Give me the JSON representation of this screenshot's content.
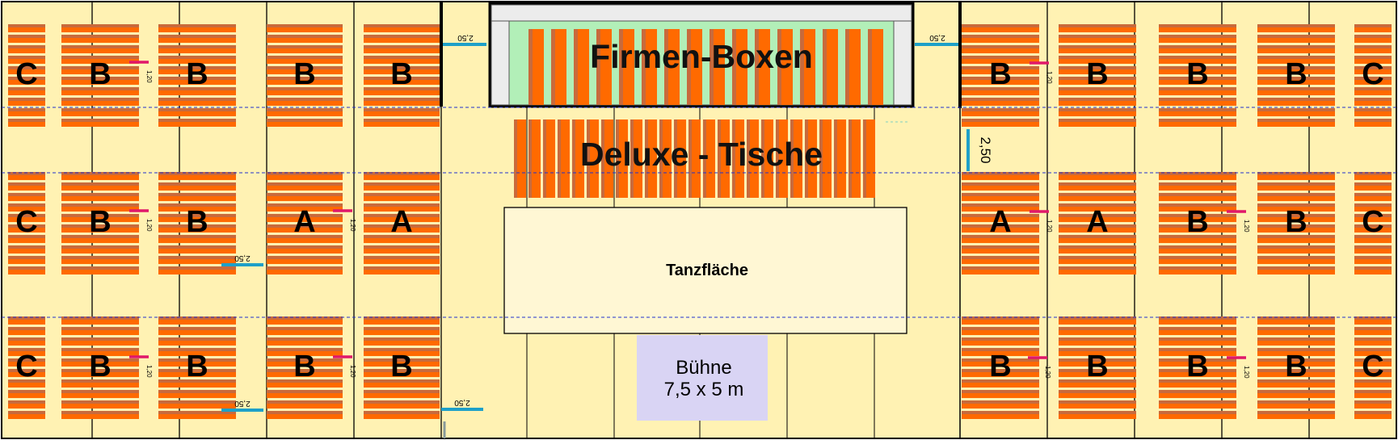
{
  "areas": {
    "company_boxes": "Firmen-Boxen",
    "deluxe_tables": "Deluxe - Tische",
    "dance_floor": "Tanzfläche",
    "stage_line1": "Bühne",
    "stage_line2": "7,5 x 5 m"
  },
  "dimensions": {
    "aisle_top_left": "2,50",
    "aisle_top_right": "2,50",
    "aisle_right_vertical": "2,50",
    "aisle_mid_left": "2,50",
    "aisle_bottom_left": "2,50",
    "aisle_bottom_center": "2,50",
    "gap_small": "1,20",
    "gap_small_bottom_right": "1,20"
  },
  "blocks": [
    {
      "label": "C"
    },
    {
      "label": "B"
    },
    {
      "label": "B"
    },
    {
      "label": "B"
    },
    {
      "label": "B"
    },
    {
      "label": "B"
    },
    {
      "label": "B"
    },
    {
      "label": "B"
    },
    {
      "label": "B"
    },
    {
      "label": "C"
    },
    {
      "label": "C"
    },
    {
      "label": "B"
    },
    {
      "label": "B"
    },
    {
      "label": "A"
    },
    {
      "label": "A"
    },
    {
      "label": "A"
    },
    {
      "label": "A"
    },
    {
      "label": "B"
    },
    {
      "label": "B"
    },
    {
      "label": "C"
    },
    {
      "label": "C"
    },
    {
      "label": "B"
    },
    {
      "label": "B"
    },
    {
      "label": "B"
    },
    {
      "label": "B"
    },
    {
      "label": "B"
    },
    {
      "label": "B"
    },
    {
      "label": "B"
    },
    {
      "label": "B"
    },
    {
      "label": "C"
    }
  ],
  "colors": {
    "floor": "#fff2b3",
    "table_orange": "#ff6a00",
    "table_brown": "#c86a3c",
    "boxes_green": "#b2efb8",
    "dance_floor": "#fff7d4",
    "stage": "#d9d4f4",
    "aisle_marker": "#1ea0c8",
    "gap_marker": "#e0186a",
    "grid_line": "#2233cc"
  }
}
